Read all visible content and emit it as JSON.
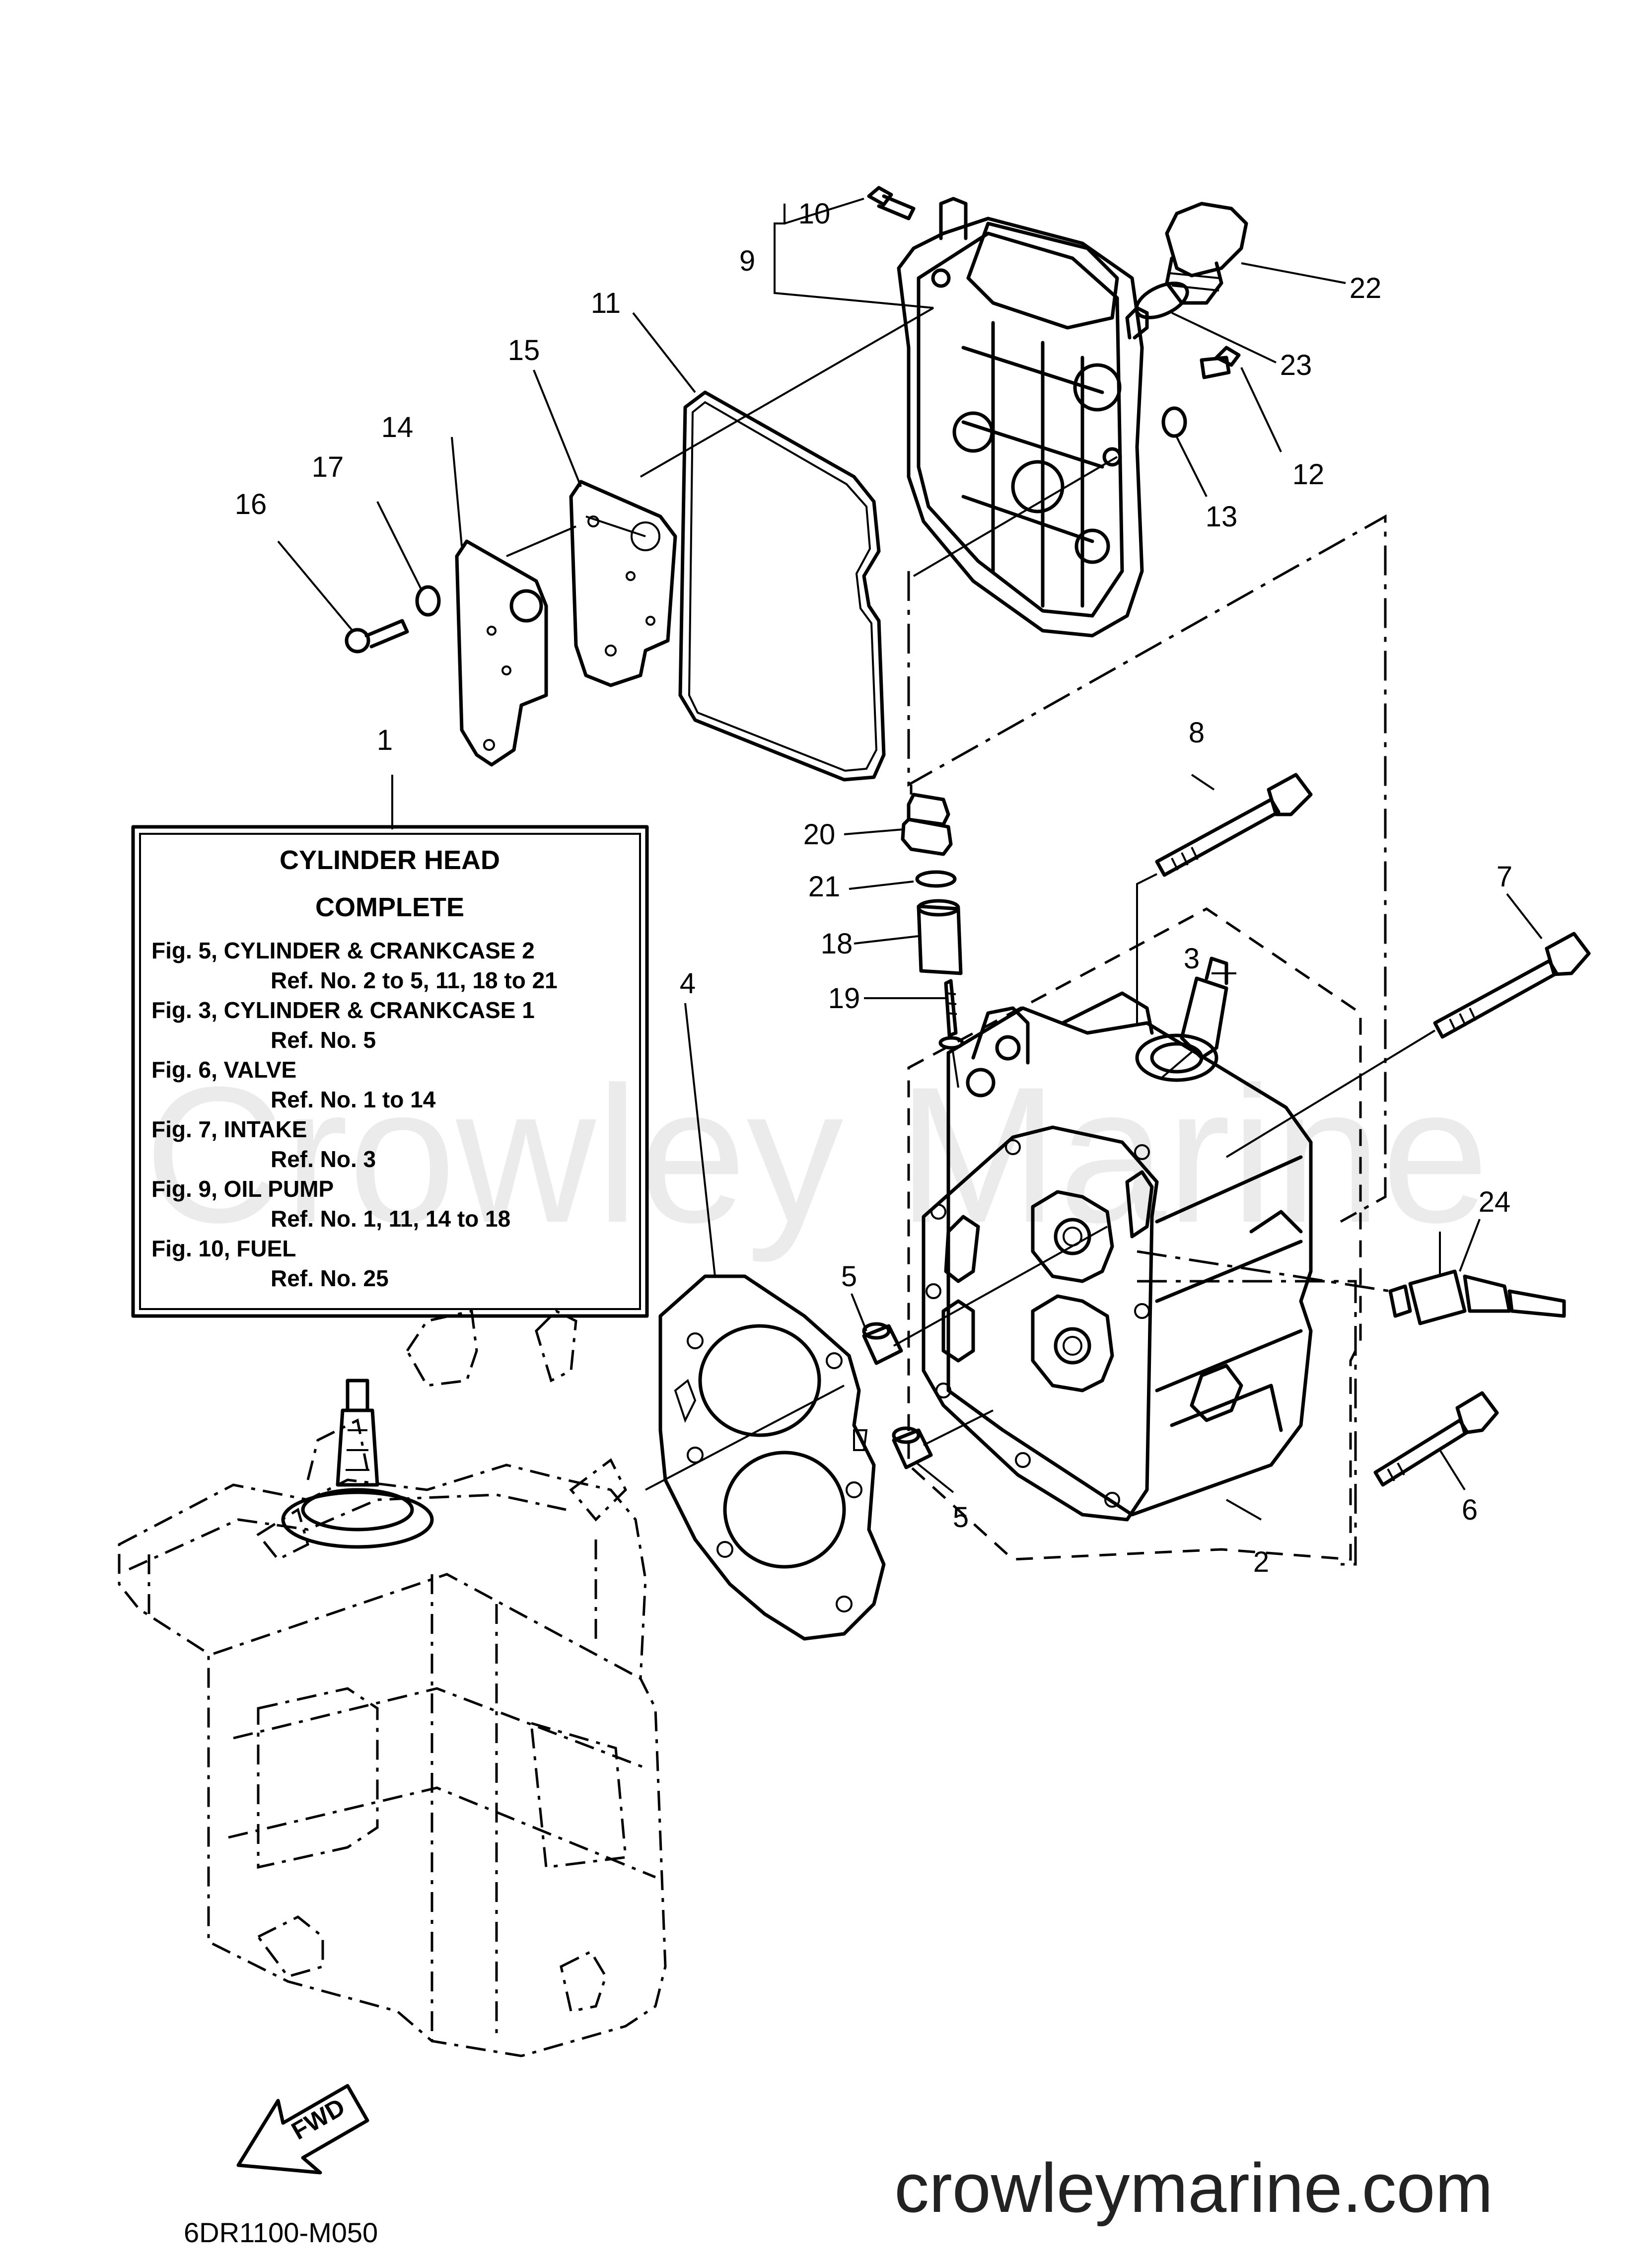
{
  "watermark": "Crowley Marine",
  "info_box": {
    "title_line1": "CYLINDER HEAD",
    "title_line2": "COMPLETE",
    "lines": [
      "Fig. 5, CYLINDER & CRANKCASE 2",
      "Ref. No. 2 to 5, 11, 18 to 21",
      "Fig. 3, CYLINDER & CRANKCASE 1",
      "Ref. No. 5",
      "Fig. 6, VALVE",
      "Ref. No. 1 to 14",
      "Fig. 7, INTAKE",
      "Ref. No. 3",
      "Fig. 9, OIL PUMP",
      "Ref. No. 1, 11, 14 to 18",
      "Fig. 10, FUEL",
      "Ref. No. 25"
    ]
  },
  "callouts": [
    "1",
    "2",
    "3",
    "4",
    "5",
    "5",
    "6",
    "7",
    "8",
    "9",
    "10",
    "11",
    "12",
    "13",
    "14",
    "15",
    "16",
    "17",
    "18",
    "19",
    "20",
    "21",
    "22",
    "23",
    "24"
  ],
  "fwd_label": "FWD",
  "diagram_code": "6DR1100-M050",
  "website": "crowleymarine.com"
}
